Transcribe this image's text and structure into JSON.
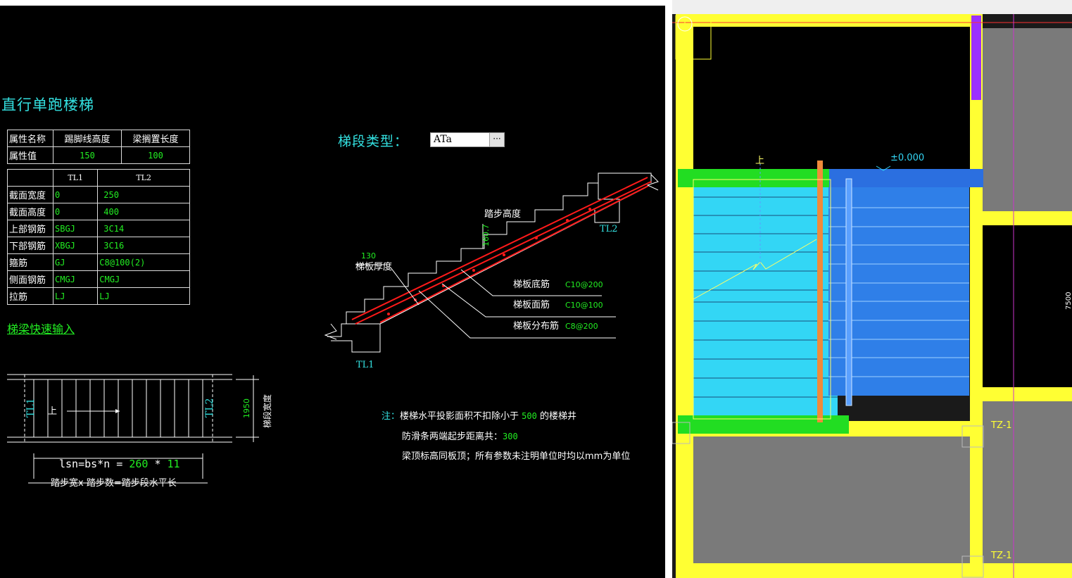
{
  "title": "直行单跑楼梯",
  "prop_table": {
    "headers": [
      "属性名称",
      "踢脚线高度",
      "梁搁置长度"
    ],
    "row_label": "属性值",
    "values": [
      "150",
      "100"
    ]
  },
  "beam_table": {
    "cols": [
      "TL1",
      "TL2"
    ],
    "rows": [
      {
        "label": "截面宽度",
        "tl1": "0",
        "tl2": "250"
      },
      {
        "label": "截面高度",
        "tl1": "0",
        "tl2": "400"
      },
      {
        "label": "上部钢筋",
        "tl1": "SBGJ",
        "tl2": "3C14"
      },
      {
        "label": "下部钢筋",
        "tl1": "XBGJ",
        "tl2": "3C16"
      },
      {
        "label": "箍筋",
        "tl1": "GJ",
        "tl2": "C8@100(2)"
      },
      {
        "label": "侧面钢筋",
        "tl1": "CMGJ",
        "tl2": "CMGJ"
      },
      {
        "label": "拉筋",
        "tl1": "LJ",
        "tl2": "LJ"
      }
    ]
  },
  "quick_input_link": "梯梁快速输入",
  "segment": {
    "label": "梯段类型：",
    "value": "ATa",
    "button": "···"
  },
  "section_drawing": {
    "step_height_label": "踏步高度",
    "step_height_value": "160.7",
    "slab_thickness_value": "130",
    "slab_thickness_label": "梯板厚度",
    "tl1": "TL1",
    "tl2": "TL2",
    "bottom_bar_label": "梯板底筋",
    "bottom_bar_value": "C10@200",
    "top_bar_label": "梯板面筋",
    "top_bar_value": "C10@100",
    "dist_bar_label": "梯板分布筋",
    "dist_bar_value": "C8@200"
  },
  "plan_drawing": {
    "tl1": "TL1",
    "tl2": "TL2",
    "up": "上",
    "width_value": "1950",
    "width_label": "梯段宽度",
    "formula_prefix": "lsn=bs*n = ",
    "bs": "260",
    "times": " * ",
    "n": "11",
    "formula_caption": "踏步宽x 踏步数=踏步段水平长"
  },
  "notes": {
    "note_prefix": "注：",
    "line1_a": "楼梯水平投影面积不扣除小于",
    "line1_value": "500",
    "line1_b": "的楼梯井",
    "line2_a": "防滑条两端起步距离共：",
    "line2_value": "300",
    "line3": "梁顶标高同板顶；所有参数未注明单位时均以mm为单位"
  },
  "cad_view": {
    "elevation": "±0.000",
    "up": "上",
    "tz1_a": "TZ-1",
    "tz1_b": "TZ-1",
    "dim": "7500",
    "axis": "1"
  },
  "colors": {
    "cyan_text": "#33e0e0",
    "green_text": "#22ee22",
    "rebar_red": "#ff1a1a",
    "wall_yellow": "#ffff33",
    "beam_green": "#22dd22",
    "stair_cyan": "#33d6f5",
    "landing_blue": "#2f7fe8",
    "rail_orange": "#f08a3a"
  }
}
